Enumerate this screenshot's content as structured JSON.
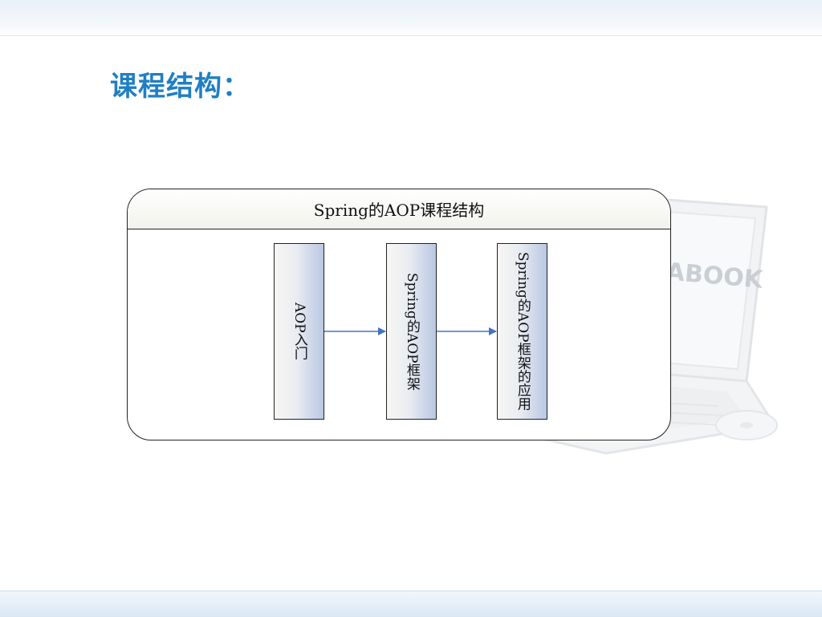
{
  "slide": {
    "title": "课程结构："
  },
  "diagram": {
    "header": "Spring的AOP课程结构",
    "stages": [
      {
        "label": "AOP入门"
      },
      {
        "label": "Spring的AOP框架"
      },
      {
        "label": "Spring的AOP框架的应用"
      }
    ],
    "arrow_color": "#4472c4"
  },
  "background": {
    "brand_logo": "DURABOOK"
  }
}
